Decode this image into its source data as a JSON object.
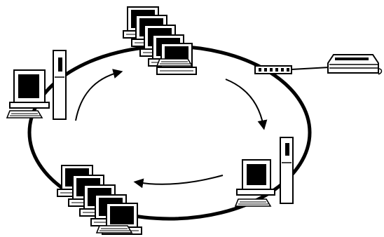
{
  "diagram": {
    "type": "token-ring-network",
    "ring": {
      "stroke_color": "#000000"
    },
    "flow_direction": "clockwise",
    "nodes": [
      {
        "name": "workstation-cluster-top",
        "kind": "computer-cluster",
        "count": 5
      },
      {
        "name": "workstation-left",
        "kind": "tower-workstation"
      },
      {
        "name": "workstation-right",
        "kind": "tower-workstation"
      },
      {
        "name": "workstation-cluster-bottom",
        "kind": "computer-cluster",
        "count": 5
      },
      {
        "name": "network-hub",
        "kind": "hub"
      },
      {
        "name": "printer",
        "kind": "printer"
      }
    ],
    "arrows": [
      {
        "name": "flow-arrow-top-left"
      },
      {
        "name": "flow-arrow-right"
      },
      {
        "name": "flow-arrow-bottom"
      }
    ],
    "icons": [
      "computer-icon",
      "tower-icon",
      "keyboard-icon",
      "hub-icon",
      "printer-icon",
      "arrow-icon"
    ]
  }
}
